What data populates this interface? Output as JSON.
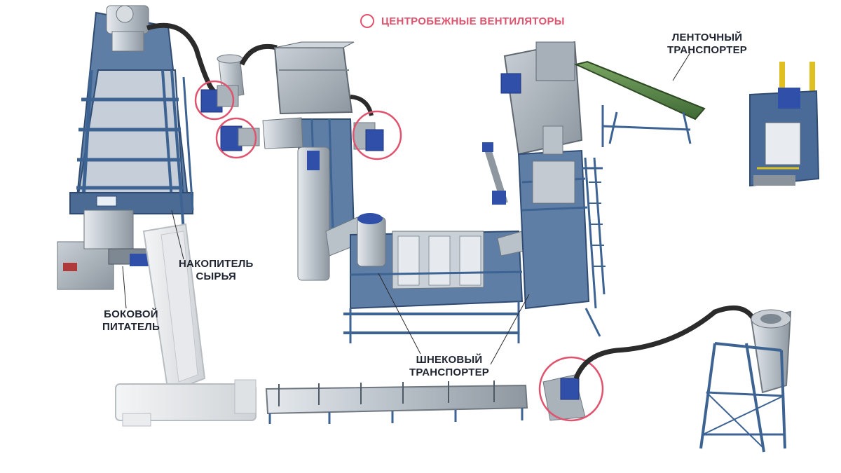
{
  "legend": {
    "text": "ЦЕНТРОБЕЖНЫЕ ВЕНТИЛЯТОРЫ",
    "color": "#e0536e"
  },
  "labels": {
    "belt_conveyor": [
      "ЛЕНТОЧНЫЙ",
      "ТРАНСПОРТЕР"
    ],
    "raw_storage": [
      "НАКОПИТЕЛЬ",
      "СЫРЬЯ"
    ],
    "side_feeder": [
      "БОКОВОЙ",
      "ПИТАТЕЛЬ"
    ],
    "screw_conveyor": [
      "ШНЕКОВЫЙ",
      "ТРАНСПОРТЕР"
    ]
  },
  "colors": {
    "frame_blue": "#3d6393",
    "panel_gray": "#9aa3ac",
    "motor_blue": "#2f4fa8",
    "highlight_ring": "#e0536e",
    "duct_black": "#2b2b2b",
    "belt_green": "#5a8a4a"
  }
}
